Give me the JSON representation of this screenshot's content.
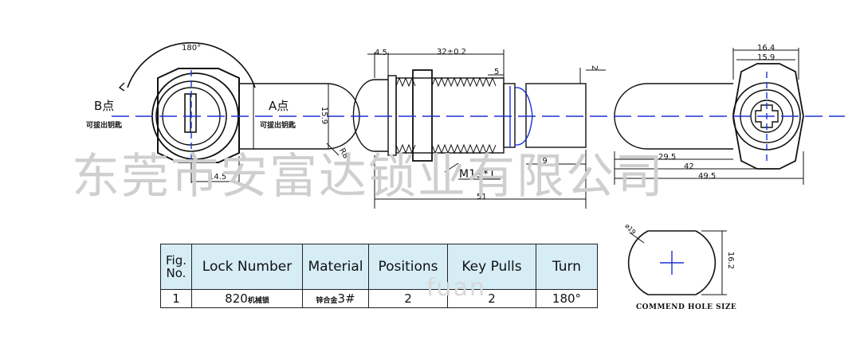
{
  "diagram": {
    "top_angle": "180°",
    "point_b": "B点",
    "point_a": "A点",
    "removable_b": "可拔出钥匙",
    "removable_a": "可拔出钥匙",
    "dim_15_9": "15.9",
    "dim_r8": "R8",
    "dim_14_5": "14.5",
    "dim_4_5": "4.5",
    "dim_32": "32±0.2",
    "dim_5": "5",
    "dim_2": "2",
    "dim_19": "19",
    "thread_label": "M19*1",
    "dim_51": "51",
    "dim_16_4": "16.4",
    "dim_15_9b": "15.9",
    "dim_29_5": "29.5",
    "dim_42": "42",
    "dim_49_5": "49.5",
    "hole_dia": "ø19",
    "hole_height": "16.2",
    "hole_caption": "COMMEND HOLE SIZE"
  },
  "watermark": {
    "company": "东莞市安富达锁业有限公司",
    "overlay": "fuan"
  },
  "table": {
    "headers": [
      "Fig.\nNo.",
      "Lock Number",
      "Material",
      "Positions",
      "Key Pulls",
      "Turn"
    ],
    "row": {
      "fig": "1",
      "lock_number": "820",
      "lock_number_suffix": "机械锁",
      "material_prefix": "锌合金",
      "material_suffix": "3#",
      "positions": "2",
      "key_pulls": "2",
      "turn": "180°"
    }
  }
}
